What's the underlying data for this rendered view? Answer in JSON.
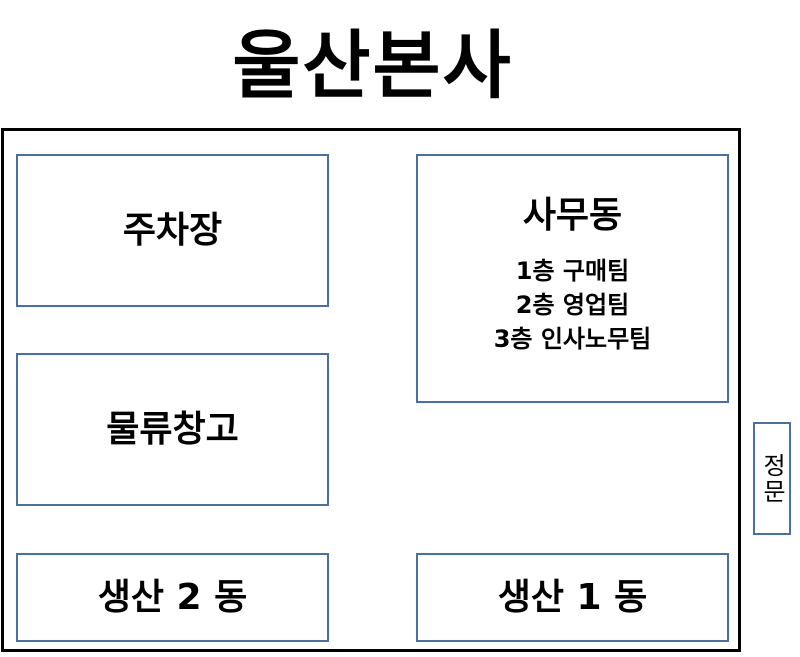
{
  "title": "울산본사",
  "zones": {
    "parking": {
      "label": "주차장"
    },
    "warehouse": {
      "label": "물류창고"
    },
    "production2": {
      "label": "생산 2 동"
    },
    "production1": {
      "label": "생산 1 동"
    },
    "office": {
      "label": "사무동",
      "floors": [
        "1층 구매팀",
        "2층 영업팀",
        "3층 인사노무팀"
      ]
    }
  },
  "gate": {
    "label": "정문"
  },
  "colors": {
    "zone_border": "#4a6fa5",
    "site_border": "#000000"
  }
}
